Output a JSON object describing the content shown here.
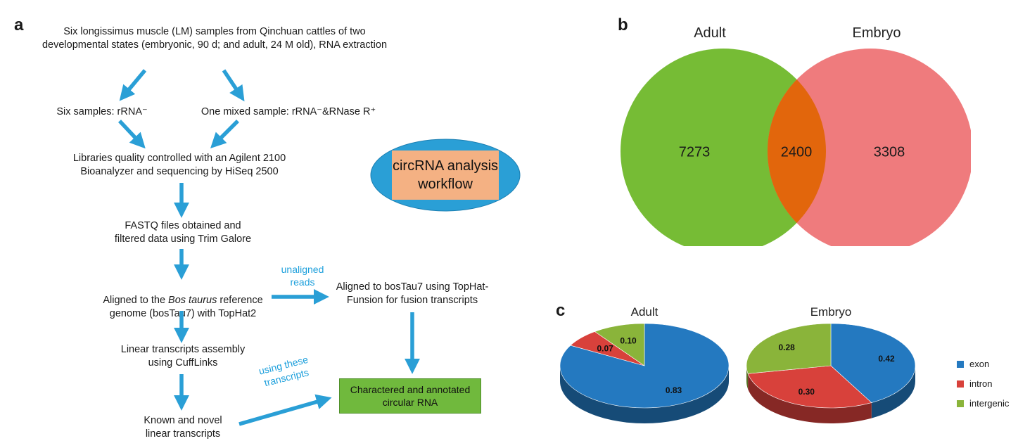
{
  "panel_a": {
    "letter": "a",
    "steps": {
      "samples": "Six longissimus muscle (LM) samples from Qinchuan cattles of two\ndevelopmental states (embryonic, 90 d; and adult, 24 M old), RNA extraction",
      "six_samples": "Six samples: rRNA⁻",
      "mixed_sample": "One mixed sample: rRNA⁻&RNase R⁺",
      "libraries": "Libraries quality controlled with an Agilent 2100\nBioanalyzer and sequencing by HiSeq 2500",
      "fastq": "FASTQ files obtained and\nfiltered data using Trim Galore",
      "aligned_ref_pre": "Aligned to the ",
      "aligned_ref_italic": "Bos taurus",
      "aligned_ref_post": " reference",
      "aligned_ref_line2": "genome (bosTau7) with TopHat2",
      "aligned_fusion": "Aligned to bosTau7 using TopHat-\nFunsion for fusion transcripts",
      "linear_assembly": "Linear transcripts assembly\nusing CuffLinks",
      "known_novel": "Known and novel\nlinear transcripts"
    },
    "notes": {
      "unaligned": "unaligned\nreads",
      "using_these": "using these\ntranscripts"
    },
    "badge": "circRNA analysis\nworkflow",
    "result_box": "Charactered and annotated\ncircular RNA",
    "colors": {
      "arrow": "#2a9fd6",
      "badge_ellipse": "#2a9fd6",
      "badge_rect": "#f4b183",
      "result_box": "#70b93d"
    }
  },
  "panel_b": {
    "letter": "b",
    "sets": [
      {
        "name": "Adult",
        "color": "#76bc35"
      },
      {
        "name": "Embryo",
        "color": "#ef7b7d"
      }
    ],
    "only_adult": "7273",
    "overlap": "2400",
    "only_embryo": "3308",
    "overlap_color": "#e2660c"
  },
  "panel_c": {
    "letter": "c",
    "categories": [
      "exon",
      "intron",
      "intergenic"
    ],
    "colors": {
      "exon": "#2479c0",
      "intron": "#d8413b",
      "intergenic": "#8ab43a"
    }
  },
  "chart_data": [
    {
      "type": "pie",
      "title": "Adult",
      "categories": [
        "exon",
        "intron",
        "intergenic"
      ],
      "values": [
        0.83,
        0.07,
        0.1
      ],
      "labels": [
        "0.83",
        "0.07",
        "0.10"
      ]
    },
    {
      "type": "pie",
      "title": "Embryo",
      "categories": [
        "exon",
        "intron",
        "intergenic"
      ],
      "values": [
        0.42,
        0.3,
        0.28
      ],
      "labels": [
        "0.42",
        "0.30",
        "0.28"
      ]
    }
  ]
}
